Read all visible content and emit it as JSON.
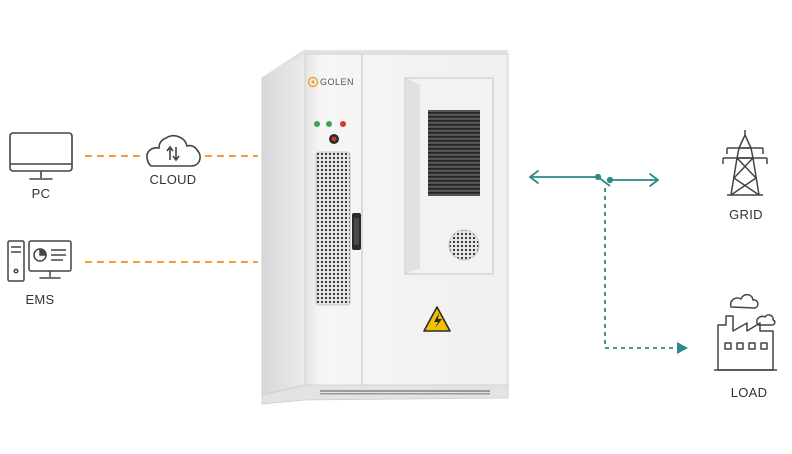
{
  "nodes": {
    "pc": {
      "label": "PC"
    },
    "ems": {
      "label": "EMS"
    },
    "cloud": {
      "label": "CLOUD"
    },
    "grid": {
      "label": "GRID"
    },
    "load": {
      "label": "LOAD"
    }
  },
  "cabinet": {
    "brand": "GOLEN"
  },
  "colors": {
    "dashed_orange": "#f0a030",
    "teal": "#2d8a8a",
    "icon_stroke": "#444444",
    "cabinet_body": "#f4f4f4",
    "warning_yellow": "#f2c200"
  },
  "icons": {
    "pc": "monitor-icon",
    "ems": "workstation-icon",
    "cloud": "cloud-icon",
    "grid": "transmission-tower-icon",
    "load": "factory-icon",
    "warning": "high-voltage-warning-icon"
  }
}
